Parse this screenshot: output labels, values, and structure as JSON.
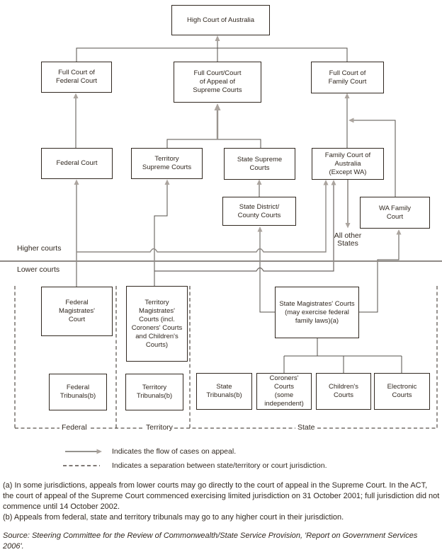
{
  "diagram": {
    "nodes": {
      "high_court": "High Court of Australia",
      "full_federal": "Full Court of\nFederal Court",
      "full_supreme": "Full Court/Court\nof Appeal of\nSupreme Courts",
      "full_family": "Full Court of\nFamily Court",
      "federal_court": "Federal Court",
      "territory_supreme": "Territory\nSupreme Courts",
      "state_supreme": "State Supreme\nCourts",
      "family_court": "Family Court of\nAustralia\n(Except WA)",
      "state_district": "State District/\nCounty Courts",
      "wa_family": "WA Family\nCourt",
      "federal_magistrates": "Federal\nMagistrates'\nCourt",
      "territory_magistrates": "Territory\nMagistrates'\nCourts (incl.\nCoroners' Courts\nand Children's\nCourts)",
      "state_magistrates": "State Magistrates' Courts\n(may exercise federal\nfamily laws)(a)",
      "federal_tribunals": "Federal\nTribunals(b)",
      "territory_tribunals": "Territory\nTribunals(b)",
      "state_tribunals": "State\nTribunals(b)",
      "coroners_courts": "Coroners'\nCourts\n(some\nindependent)",
      "childrens_courts": "Children's\nCourts",
      "electronic_courts": "Electronic\nCourts"
    },
    "labels": {
      "higher_courts": "Higher courts",
      "lower_courts": "Lower courts",
      "all_other_states": "All other\nStates",
      "section_federal": "Federal",
      "section_territory": "Territory",
      "section_state": "State"
    },
    "legend": {
      "flow": "Indicates the flow of cases on appeal.",
      "separation": "Indicates a separation between state/territory or court jurisdiction."
    },
    "colors": {
      "box_border": "#312820",
      "line_dark": "#55504b",
      "line_gray": "#8f8a86",
      "arrowhead": "#aba49e"
    }
  },
  "footnotes": {
    "a": "(a) In some jurisdictions, appeals from lower courts may go directly to the court of appeal in the Supreme Court. In the ACT, the court of appeal of the Supreme Court commenced exercising limited jurisdiction on 31 October 2001; full jurisdiction did not commence until 14 October 2002.",
    "b": "(b) Appeals from federal, state and territory tribunals may go to any higher court in their jurisdiction."
  },
  "source": "Source: Steering Committee for the Review of Commonwealth/State Service Provision, 'Report on Government Services 2006'."
}
